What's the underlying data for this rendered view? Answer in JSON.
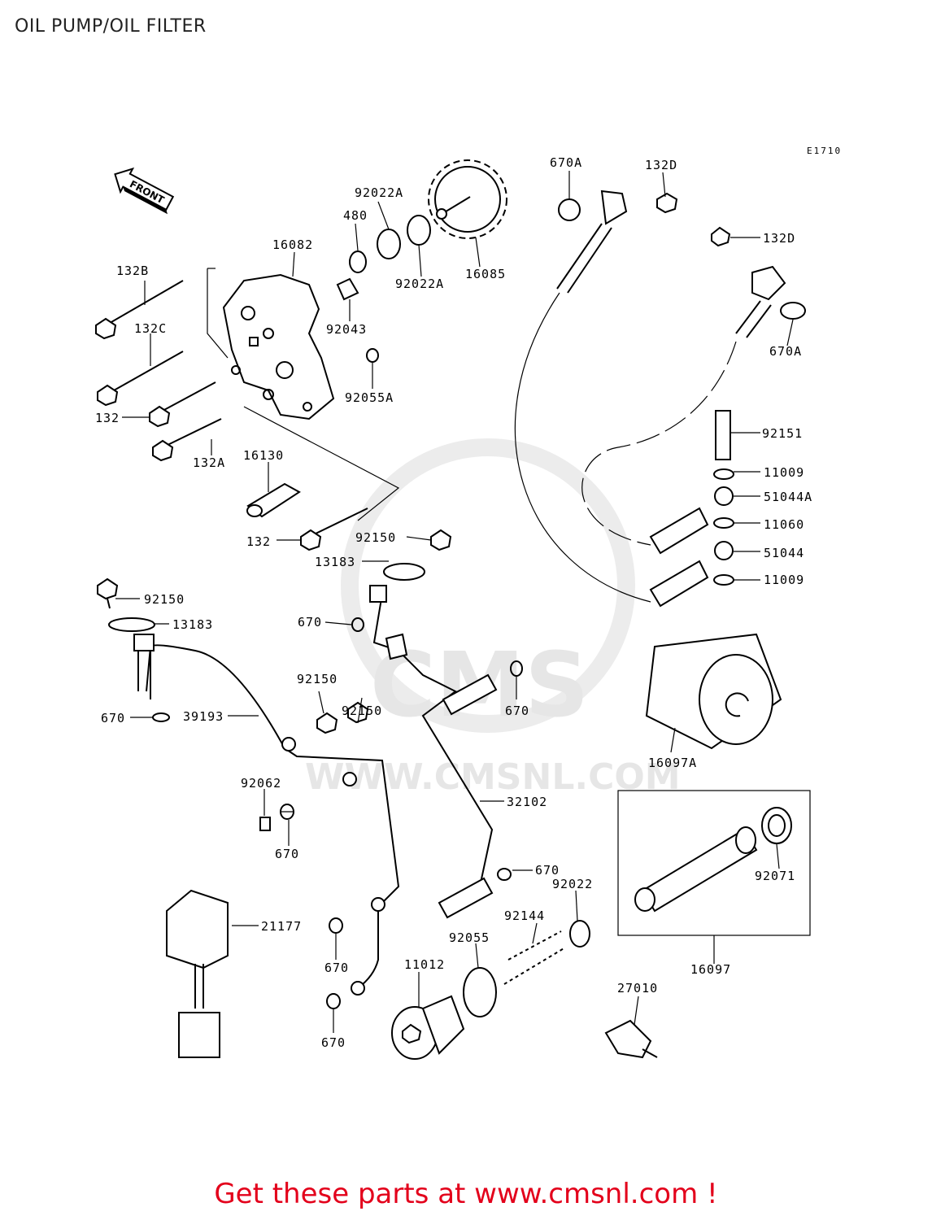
{
  "title": "OIL PUMP/OIL FILTER",
  "diagram_code": "E1710",
  "front_arrow_label": "FRONT",
  "watermark": {
    "brand": "CMS",
    "url": "WWW.CMSNL.COM"
  },
  "part_labels": {
    "p670A_top": "670A",
    "p132D_top": "132D",
    "p132D_right": "132D",
    "p670A_right": "670A",
    "p92022A_top": "92022A",
    "p480": "480",
    "p16082": "16082",
    "p92022A_bottom": "92022A",
    "p16085": "16085",
    "p132B": "132B",
    "p132C": "132C",
    "p92043": "92043",
    "p92055A": "92055A",
    "p132_a": "132",
    "p132A": "132A",
    "p16130": "16130",
    "p132_b": "132",
    "p92151": "92151",
    "p11009_top": "11009",
    "p51044A": "51044A",
    "p11060": "11060",
    "p51044": "51044",
    "p11009_bottom": "11009",
    "p92150_a": "92150",
    "p13183_a": "13183",
    "p92150_b": "92150",
    "p13183_b": "13183",
    "p670_a": "670",
    "p92150_c": "92150",
    "p92150_d": "92150",
    "p670_b": "670",
    "p39193": "39193",
    "p670_c": "670",
    "p16097A": "16097A",
    "p92062": "92062",
    "p32102": "32102",
    "p670_d": "670",
    "p670_e": "670",
    "p92022": "92022",
    "p92071": "92071",
    "p21177": "21177",
    "p92144": "92144",
    "p92055": "92055",
    "p11012": "11012",
    "p670_f": "670",
    "p670_g": "670",
    "p16097": "16097",
    "p27010": "27010"
  },
  "footer": "Get these parts at www.cmsnl.com !"
}
